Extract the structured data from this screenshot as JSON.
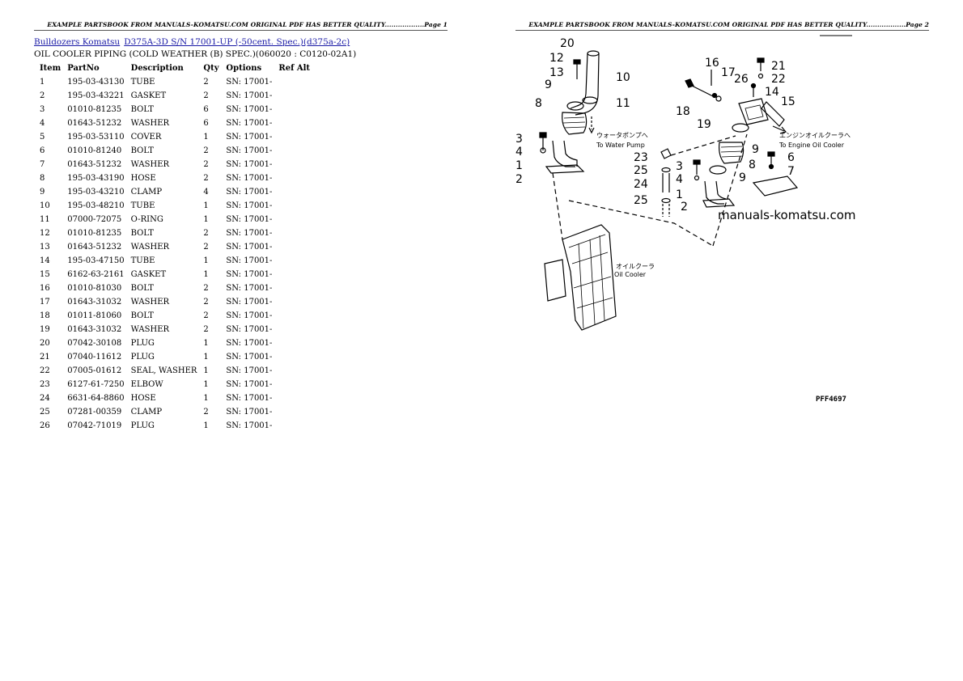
{
  "header": {
    "left": "EXAMPLE PARTSBOOK FROM MANUALS-KOMATSU.COM ORIGINAL PDF HAS BETTER QUALITY..................Page 1",
    "right": "EXAMPLE PARTSBOOK FROM MANUALS-KOMATSU.COM ORIGINAL PDF HAS BETTER QUALITY..................Page 2"
  },
  "breadcrumb": {
    "link1": "Bulldozers Komatsu",
    "link2": "D375A-3D S/N 17001-UP (-50cent. Spec.)(d375a-2c)"
  },
  "section_title": "OIL COOLER PIPING (COLD WEATHER (B) SPEC.)(060020 : C0120-02A1)",
  "table": {
    "headers": [
      "Item",
      "PartNo",
      "Description",
      "Qty",
      "Options",
      "Ref Alt"
    ],
    "rows": [
      [
        "1",
        "195-03-43130",
        "TUBE",
        "2",
        "SN: 17001-",
        ""
      ],
      [
        "2",
        "195-03-43221",
        "GASKET",
        "2",
        "SN: 17001-",
        ""
      ],
      [
        "3",
        "01010-81235",
        "BOLT",
        "6",
        "SN: 17001-",
        ""
      ],
      [
        "4",
        "01643-51232",
        "WASHER",
        "6",
        "SN: 17001-",
        ""
      ],
      [
        "5",
        "195-03-53110",
        "COVER",
        "1",
        "SN: 17001-",
        ""
      ],
      [
        "6",
        "01010-81240",
        "BOLT",
        "2",
        "SN: 17001-",
        ""
      ],
      [
        "7",
        "01643-51232",
        "WASHER",
        "2",
        "SN: 17001-",
        ""
      ],
      [
        "8",
        "195-03-43190",
        "HOSE",
        "2",
        "SN: 17001-",
        ""
      ],
      [
        "9",
        "195-03-43210",
        "CLAMP",
        "4",
        "SN: 17001-",
        ""
      ],
      [
        "10",
        "195-03-48210",
        "TUBE",
        "1",
        "SN: 17001-",
        ""
      ],
      [
        "11",
        "07000-72075",
        "O-RING",
        "1",
        "SN: 17001-",
        ""
      ],
      [
        "12",
        "01010-81235",
        "BOLT",
        "2",
        "SN: 17001-",
        ""
      ],
      [
        "13",
        "01643-51232",
        "WASHER",
        "2",
        "SN: 17001-",
        ""
      ],
      [
        "14",
        "195-03-47150",
        "TUBE",
        "1",
        "SN: 17001-",
        ""
      ],
      [
        "15",
        "6162-63-2161",
        "GASKET",
        "1",
        "SN: 17001-",
        ""
      ],
      [
        "16",
        "01010-81030",
        "BOLT",
        "2",
        "SN: 17001-",
        ""
      ],
      [
        "17",
        "01643-31032",
        "WASHER",
        "2",
        "SN: 17001-",
        ""
      ],
      [
        "18",
        "01011-81060",
        "BOLT",
        "2",
        "SN: 17001-",
        ""
      ],
      [
        "19",
        "01643-31032",
        "WASHER",
        "2",
        "SN: 17001-",
        ""
      ],
      [
        "20",
        "07042-30108",
        "PLUG",
        "1",
        "SN: 17001-",
        ""
      ],
      [
        "21",
        "07040-11612",
        "PLUG",
        "1",
        "SN: 17001-",
        ""
      ],
      [
        "22",
        "07005-01612",
        "SEAL, WASHER",
        "1",
        "SN: 17001-",
        ""
      ],
      [
        "23",
        "6127-61-7250",
        "ELBOW",
        "1",
        "SN: 17001-",
        ""
      ],
      [
        "24",
        "6631-64-8860",
        "HOSE",
        "1",
        "SN: 17001-",
        ""
      ],
      [
        "25",
        "07281-00359",
        "CLAMP",
        "2",
        "SN: 17001-",
        ""
      ],
      [
        "26",
        "07042-71019",
        "PLUG",
        "1",
        "SN: 17001-",
        ""
      ]
    ]
  },
  "diagram": {
    "callouts_left": [
      "20",
      "12",
      "13",
      "10",
      "9",
      "11",
      "8",
      "3",
      "4",
      "1",
      "2"
    ],
    "callouts_right": [
      "16",
      "21",
      "17",
      "22",
      "26",
      "14",
      "15",
      "18",
      "19",
      "9",
      "8",
      "6",
      "7",
      "23",
      "25",
      "3",
      "4",
      "9",
      "24",
      "1",
      "25",
      "2"
    ],
    "note_water_jp": "ウォータポンプへ",
    "note_water_en": "To Water Pump",
    "note_engine_jp": "エンジンオイルクーラへ",
    "note_engine_en": "To Engine Oil Cooler",
    "note_cooler_jp": "オイルクーラ",
    "note_cooler_en": "Oil Cooler",
    "watermark": "manuals-komatsu.com",
    "figure_no": "PFF4697"
  }
}
